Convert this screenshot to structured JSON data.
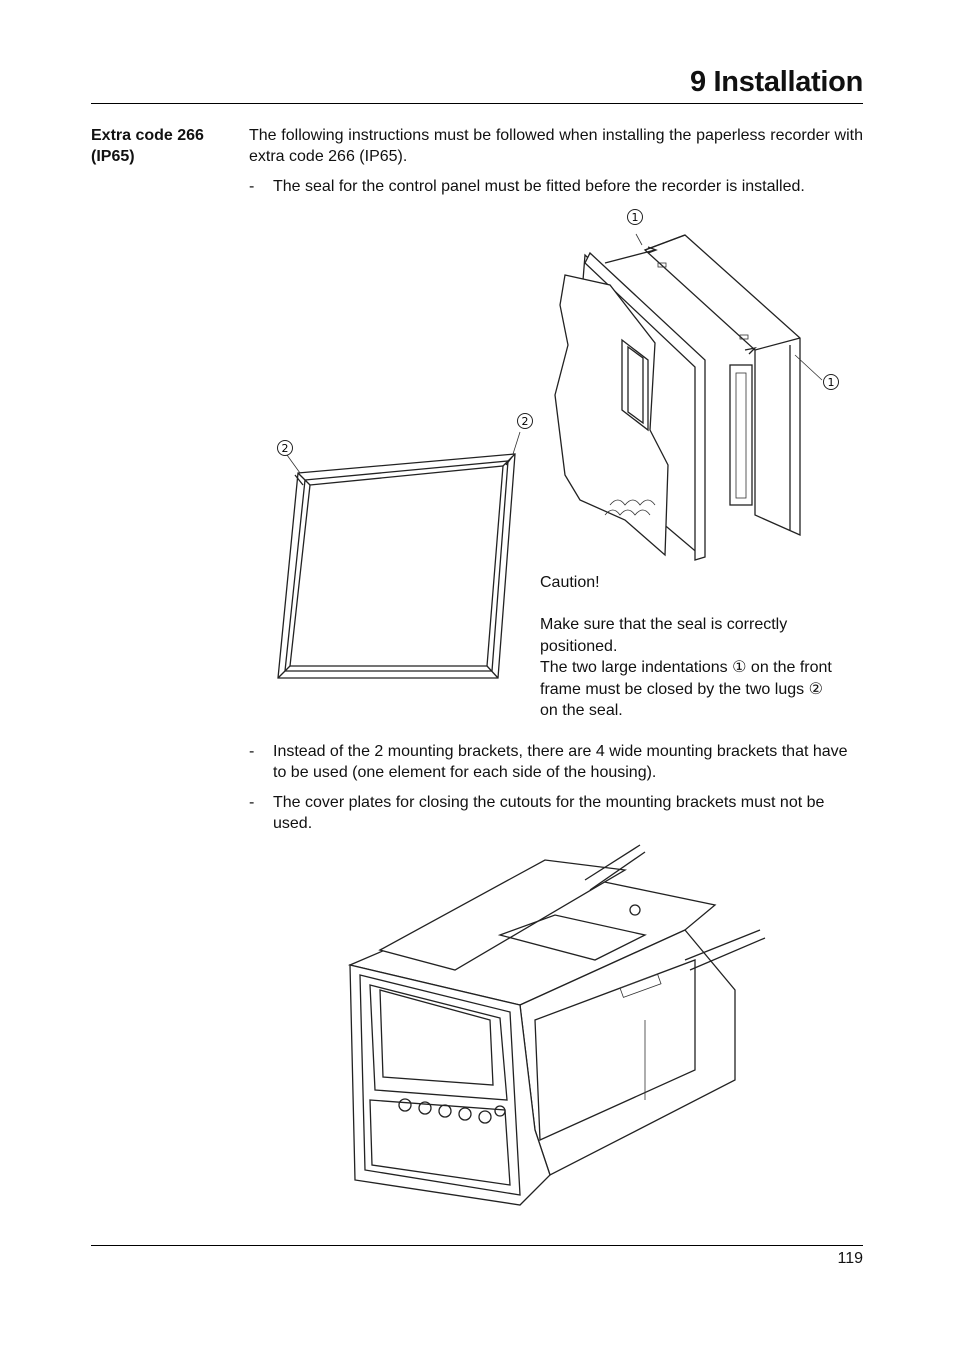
{
  "header": {
    "chapter_title": "9 Installation"
  },
  "section": {
    "label": "Extra code 266 (IP65)",
    "intro": "The following instructions must be followed when installing the paperless recorder with extra code 266 (IP65).",
    "bullet_1": "The seal for the control panel must be fitted before the recorder is installed.",
    "dash": "-"
  },
  "figure_1": {
    "callout_1": "1",
    "callout_2": "2"
  },
  "caution": {
    "heading": "Caution!",
    "line_1": "Make sure that the seal is correctly positioned.",
    "line_2_pre": "The two large indentations ",
    "line_2_ref": "①",
    "line_2_post": " on the front frame must be closed by the two lugs ",
    "line_2_ref2": "②",
    "line_2_end": " on the seal."
  },
  "bullets_2": [
    "Instead of the 2 mounting brackets, there are 4 wide mounting brackets that have to be used (one element for each side of the housing).",
    "The cover plates for closing the cutouts for the mounting brackets must not be used."
  ],
  "footer": {
    "page_number": "119"
  }
}
